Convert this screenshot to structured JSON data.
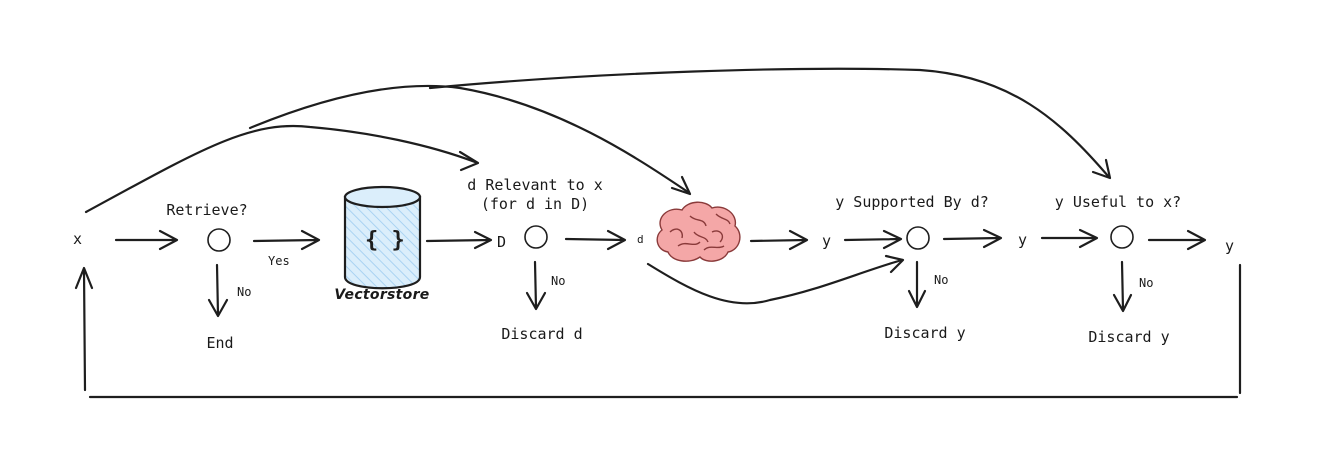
{
  "nodes": {
    "x_start": "x",
    "retrieve_q": "Retrieve?",
    "retrieve_yes": "Yes",
    "retrieve_no": "No",
    "end": "End",
    "vectorstore_glyph": "{ }",
    "vectorstore": "Vectorstore",
    "docs_D": "D",
    "relevant_q_line1": "d Relevant to x",
    "relevant_q_line2": "(for d in D)",
    "relevant_no": "No",
    "discard_d": "Discard d",
    "doc_d": "d",
    "y_generated": "y",
    "supported_q": "y Supported By d?",
    "supported_no": "No",
    "discard_y_1": "Discard y",
    "y_supported": "y",
    "useful_q": "y Useful to x?",
    "useful_no": "No",
    "discard_y_2": "Discard y",
    "y_final": "y"
  },
  "colors": {
    "ink": "#1e1e1e",
    "cylinder_fill": "#dbeefb",
    "cylinder_hatch": "#a9d2f2",
    "brain_fill": "#f4a7a7",
    "brain_lines": "#8a3a3a"
  },
  "icons": {
    "vectorstore": "database-cylinder-icon",
    "llm": "brain-icon"
  }
}
